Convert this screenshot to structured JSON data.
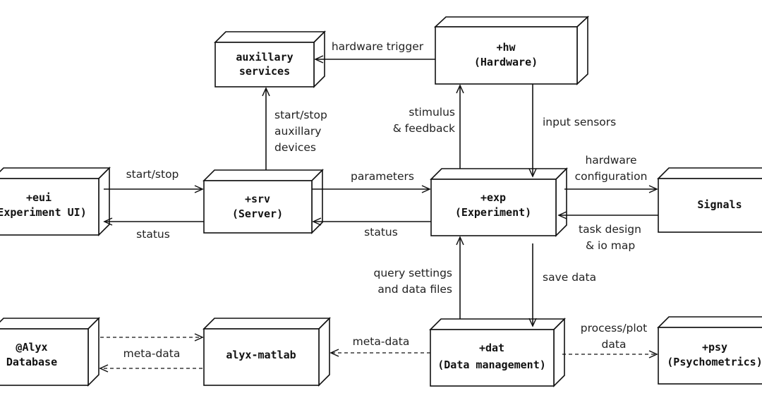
{
  "nodes": {
    "eui": {
      "line1": "+eui",
      "line2": "(Experiment UI)"
    },
    "aux": {
      "line1": "auxillary",
      "line2": "services"
    },
    "hw": {
      "line1": "+hw",
      "line2": "(Hardware)"
    },
    "srv": {
      "line1": "+srv",
      "line2": "(Server)"
    },
    "exp": {
      "line1": "+exp",
      "line2": "(Experiment)"
    },
    "sig": {
      "line1": "Signals"
    },
    "alyx": {
      "line1": "@Alyx",
      "line2": "Database"
    },
    "alyxm": {
      "line1": "alyx-matlab"
    },
    "dat": {
      "line1": "+dat",
      "line2": "(Data management)"
    },
    "psy": {
      "line1": "+psy",
      "line2": "(Psychometrics)"
    }
  },
  "edges": {
    "hw_trigger": "hardware trigger",
    "start_stop_aux": [
      "start/stop",
      "auxillary",
      "devices"
    ],
    "stim_feedback": [
      "stimulus",
      "& feedback"
    ],
    "input_sensors": "input sensors",
    "start_stop": "start/stop",
    "status_eui": "status",
    "parameters": "parameters",
    "status_srv": "status",
    "hw_config": [
      "hardware",
      "configuration"
    ],
    "task_design": [
      "task design",
      "& io map"
    ],
    "query": [
      "query settings",
      "and data files"
    ],
    "save_data": "save data",
    "meta_alyx": "meta-data",
    "meta_dat": "meta-data",
    "process_plot": [
      "process/plot",
      "data"
    ]
  }
}
